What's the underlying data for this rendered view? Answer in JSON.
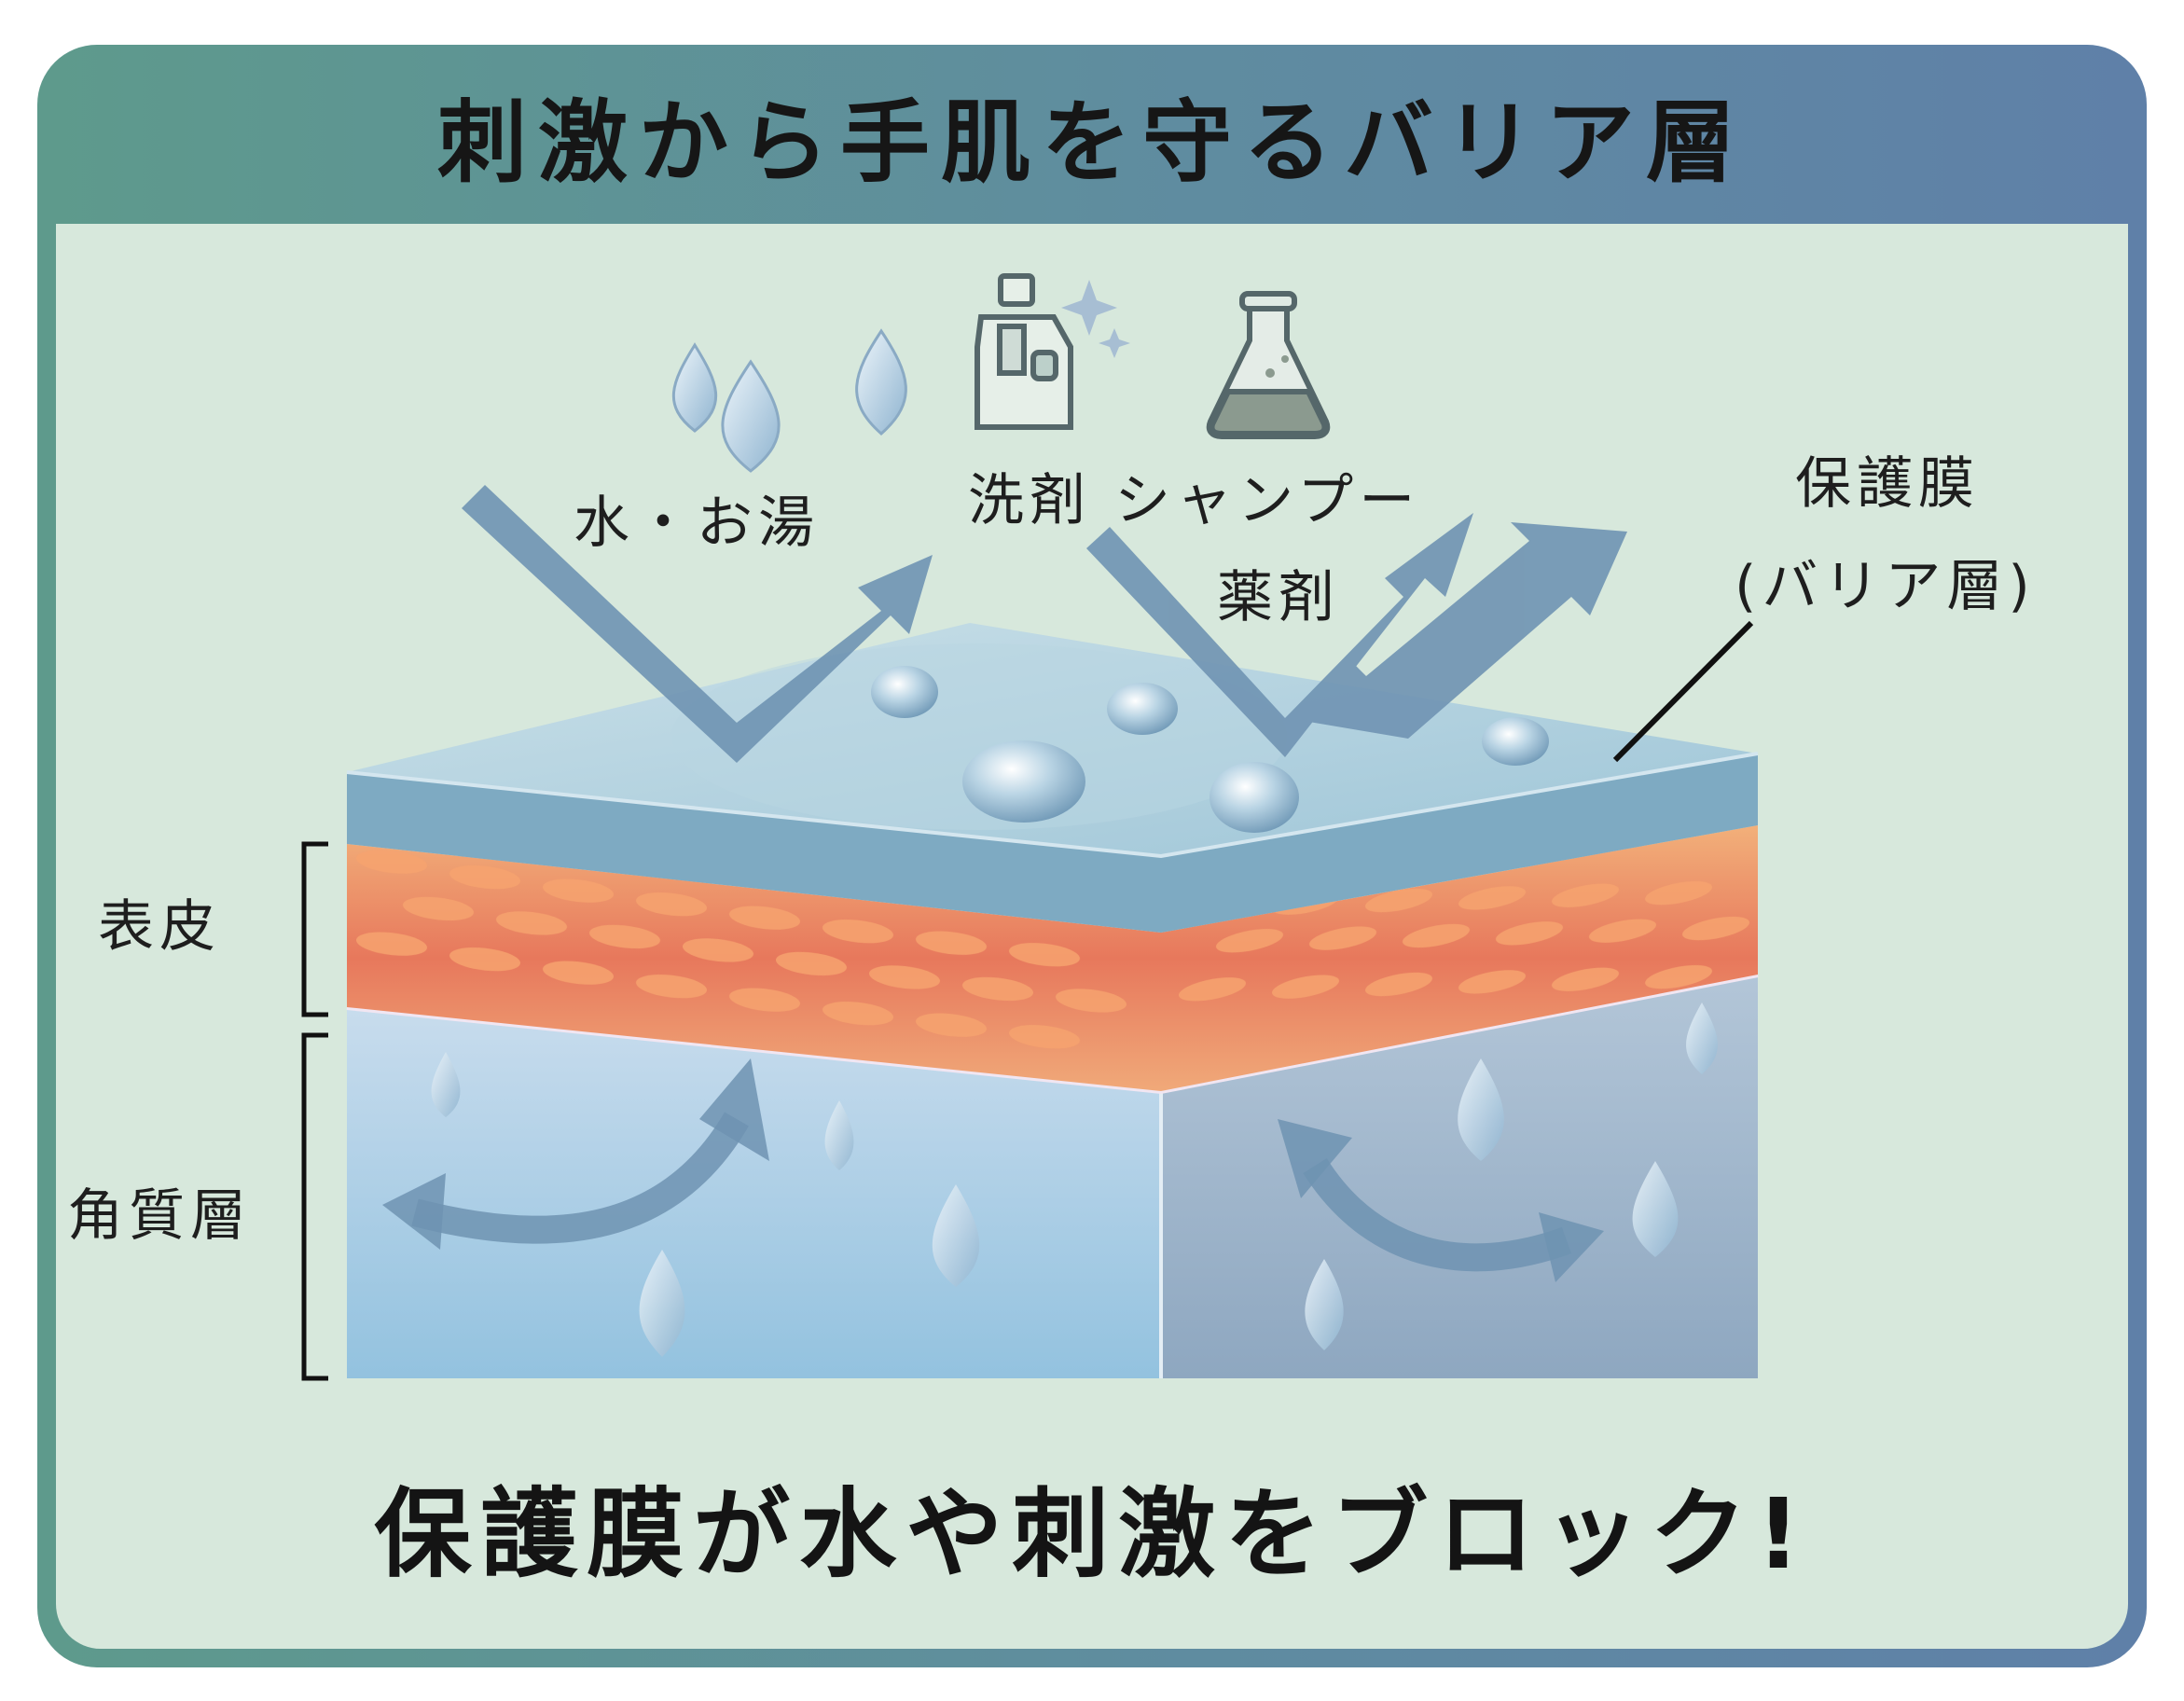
{
  "title": "刺激から手肌を守るバリア層",
  "caption": "保護膜が水や刺激をブロック!",
  "labels": {
    "water": "水・お湯",
    "detergent": "洗剤 シャンプー",
    "chemical": "薬剤",
    "membrane_line1": "保護膜",
    "membrane_line2": "(バリア層)",
    "epidermis": "表皮",
    "stratum_corneum": "角質層"
  },
  "icons": [
    "water-drop-icon",
    "detergent-bottle-icon",
    "sparkle-icon",
    "flask-icon"
  ],
  "colors": {
    "frame": "#5f8ca0",
    "panel": "#d7e8dc",
    "membrane": "#86b3c8",
    "skin_cells": "#e8855f",
    "arrow": "#6f93b2"
  }
}
